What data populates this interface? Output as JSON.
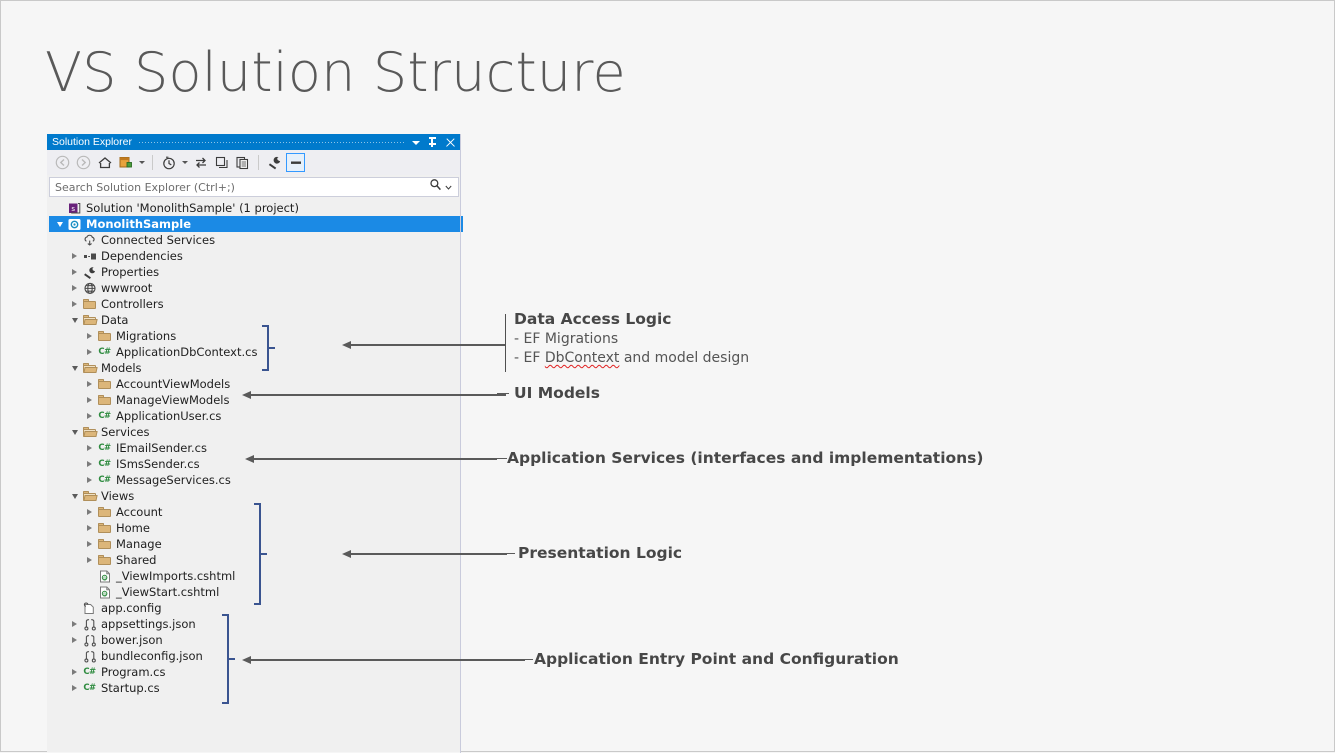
{
  "slide": {
    "title": "VS Solution Structure"
  },
  "solution_explorer": {
    "window_title": "Solution Explorer",
    "title_buttons": [
      {
        "name": "dropdown",
        "label": "▾"
      },
      {
        "name": "pin",
        "label": "Pin"
      },
      {
        "name": "close",
        "label": "Close"
      }
    ],
    "toolbar": [
      {
        "name": "back-icon",
        "label": "Back"
      },
      {
        "name": "forward-icon",
        "label": "Forward"
      },
      {
        "name": "home-icon",
        "label": "Home"
      },
      {
        "name": "properties-window-icon",
        "label": "Properties Window"
      },
      {
        "name": "toolbar-dropdown-1",
        "label": "▾"
      },
      {
        "name": "pending-changes-icon",
        "label": "Pending Changes"
      },
      {
        "name": "toolbar-dropdown-2",
        "label": "▾"
      },
      {
        "name": "sync-icon",
        "label": "Sync with Active Document"
      },
      {
        "name": "refresh-icon",
        "label": "Refresh"
      },
      {
        "name": "show-all-files-icon",
        "label": "Show All Files"
      },
      {
        "name": "wrench-icon",
        "label": "Properties"
      },
      {
        "name": "collapse-all-icon",
        "label": "Collapse All"
      }
    ],
    "search": {
      "placeholder": "Search Solution Explorer (Ctrl+;)",
      "icon": "search-icon",
      "dropdown": "▾"
    },
    "tree": [
      {
        "label": "Solution 'MonolithSample' (1 project)",
        "depth": 0,
        "expander": "none",
        "icon": "solution-icon",
        "selected": false
      },
      {
        "label": "MonolithSample",
        "depth": 0,
        "expander": "open",
        "icon": "project-icon",
        "selected": true
      },
      {
        "label": "Connected Services",
        "depth": 1,
        "expander": "none",
        "icon": "cloud-icon",
        "selected": false
      },
      {
        "label": "Dependencies",
        "depth": 1,
        "expander": "closed",
        "icon": "dependencies-icon",
        "selected": false
      },
      {
        "label": "Properties",
        "depth": 1,
        "expander": "closed",
        "icon": "wrench-icon",
        "selected": false
      },
      {
        "label": "wwwroot",
        "depth": 1,
        "expander": "closed",
        "icon": "globe-icon",
        "selected": false
      },
      {
        "label": "Controllers",
        "depth": 1,
        "expander": "closed",
        "icon": "folder-icon",
        "selected": false
      },
      {
        "label": "Data",
        "depth": 1,
        "expander": "open",
        "icon": "folder-open-icon",
        "selected": false
      },
      {
        "label": "Migrations",
        "depth": 2,
        "expander": "closed",
        "icon": "folder-icon",
        "selected": false
      },
      {
        "label": "ApplicationDbContext.cs",
        "depth": 2,
        "expander": "closed",
        "icon": "csharp-icon",
        "selected": false
      },
      {
        "label": "Models",
        "depth": 1,
        "expander": "open",
        "icon": "folder-open-icon",
        "selected": false
      },
      {
        "label": "AccountViewModels",
        "depth": 2,
        "expander": "closed",
        "icon": "folder-icon",
        "selected": false
      },
      {
        "label": "ManageViewModels",
        "depth": 2,
        "expander": "closed",
        "icon": "folder-icon",
        "selected": false
      },
      {
        "label": "ApplicationUser.cs",
        "depth": 2,
        "expander": "closed",
        "icon": "csharp-icon",
        "selected": false
      },
      {
        "label": "Services",
        "depth": 1,
        "expander": "open",
        "icon": "folder-open-icon",
        "selected": false
      },
      {
        "label": "IEmailSender.cs",
        "depth": 2,
        "expander": "closed",
        "icon": "csharp-icon",
        "selected": false
      },
      {
        "label": "ISmsSender.cs",
        "depth": 2,
        "expander": "closed",
        "icon": "csharp-icon",
        "selected": false
      },
      {
        "label": "MessageServices.cs",
        "depth": 2,
        "expander": "closed",
        "icon": "csharp-icon",
        "selected": false
      },
      {
        "label": "Views",
        "depth": 1,
        "expander": "open",
        "icon": "folder-open-icon",
        "selected": false
      },
      {
        "label": "Account",
        "depth": 2,
        "expander": "closed",
        "icon": "folder-icon",
        "selected": false
      },
      {
        "label": "Home",
        "depth": 2,
        "expander": "closed",
        "icon": "folder-icon",
        "selected": false
      },
      {
        "label": "Manage",
        "depth": 2,
        "expander": "closed",
        "icon": "folder-icon",
        "selected": false
      },
      {
        "label": "Shared",
        "depth": 2,
        "expander": "closed",
        "icon": "folder-icon",
        "selected": false
      },
      {
        "label": "_ViewImports.cshtml",
        "depth": 2,
        "expander": "none",
        "icon": "cshtml-icon",
        "selected": false
      },
      {
        "label": "_ViewStart.cshtml",
        "depth": 2,
        "expander": "none",
        "icon": "cshtml-icon",
        "selected": false
      },
      {
        "label": "app.config",
        "depth": 1,
        "expander": "none",
        "icon": "config-icon",
        "selected": false
      },
      {
        "label": "appsettings.json",
        "depth": 1,
        "expander": "closed",
        "icon": "json-icon",
        "selected": false
      },
      {
        "label": "bower.json",
        "depth": 1,
        "expander": "closed",
        "icon": "json-icon",
        "selected": false
      },
      {
        "label": "bundleconfig.json",
        "depth": 1,
        "expander": "none",
        "icon": "json-icon",
        "selected": false
      },
      {
        "label": "Program.cs",
        "depth": 1,
        "expander": "closed",
        "icon": "csharp-icon",
        "selected": false
      },
      {
        "label": "Startup.cs",
        "depth": 1,
        "expander": "closed",
        "icon": "csharp-icon",
        "selected": false
      }
    ]
  },
  "annotations": [
    {
      "id": "data-access-logic",
      "heading": "Data Access Logic",
      "bullets": [
        "- EF Migrations",
        "- EF DbContext and model design"
      ],
      "squiggly_word": "DbContext"
    },
    {
      "id": "ui-models",
      "heading": "UI Models",
      "bullets": []
    },
    {
      "id": "application-services",
      "heading": "Application Services (interfaces and implementations)",
      "bullets": []
    },
    {
      "id": "presentation-logic",
      "heading": "Presentation Logic",
      "bullets": []
    },
    {
      "id": "application-entry-point",
      "heading": "Application Entry Point and Configuration",
      "bullets": []
    }
  ],
  "colors": {
    "slide_background": "#f6f6f6",
    "panel_background": "#f0f0f0",
    "titlebar_accent": "#007acc",
    "selection_blue": "#1b8ae5",
    "brace_blue": "#3a5490",
    "arrow_gray": "#5a5a5a",
    "folder_gold": "#dcb67a",
    "csharp_green": "#2e8b3f",
    "squiggle_red": "#e02020",
    "title_text": "#595959",
    "annotation_text": "#474747"
  }
}
